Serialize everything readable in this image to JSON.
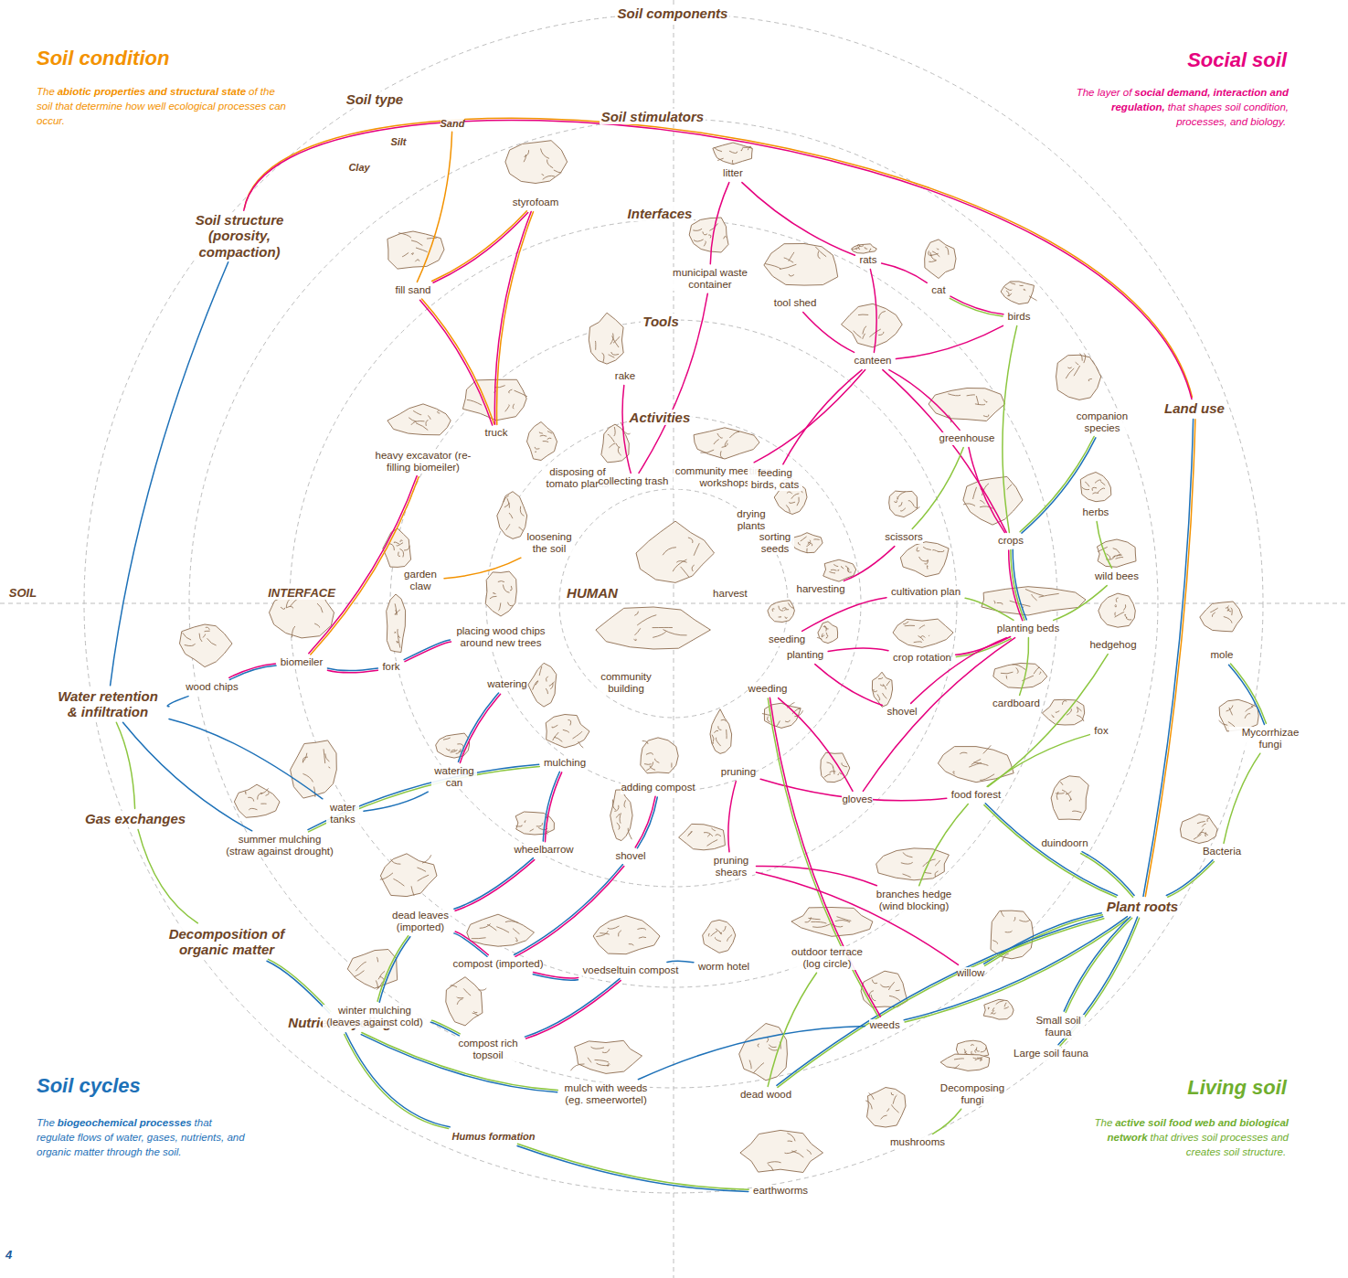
{
  "diagram": {
    "nodes": [
      {
        "text": [
          "Soil structure (porosity, compaction)"
        ]
      },
      {
        "text": [
          "Water retention & infiltration"
        ]
      },
      {
        "text": [
          "Gas exchanges"
        ]
      },
      {
        "text": [
          "Decomposition of organic matter"
        ]
      },
      {
        "text": [
          "Nutrient cycling"
        ]
      },
      {
        "text": [
          "Humus formation"
        ]
      },
      {
        "text": [
          "Land use"
        ]
      },
      {
        "text": [
          "Plant roots"
        ]
      },
      {
        "text": [
          "Sand"
        ]
      },
      {
        "text": [
          "fill sand"
        ]
      },
      {
        "text": [
          "styrofoam"
        ]
      },
      {
        "text": [
          "litter"
        ]
      },
      {
        "text": [
          "rats"
        ]
      },
      {
        "text": [
          "cat"
        ]
      },
      {
        "text": [
          "birds"
        ]
      },
      {
        "text": [
          "municipal waste container"
        ]
      },
      {
        "text": [
          "tool shed"
        ]
      },
      {
        "text": [
          "canteen"
        ]
      },
      {
        "text": [
          "rake"
        ]
      },
      {
        "text": [
          "truck"
        ]
      },
      {
        "text": [
          "greenhouse"
        ]
      },
      {
        "text": [
          "companion species"
        ]
      },
      {
        "text": [
          "crops"
        ]
      },
      {
        "text": [
          "herbs"
        ]
      },
      {
        "text": [
          "wild bees"
        ]
      },
      {
        "text": [
          "heavy excavator (re-filling biomeiler)"
        ]
      },
      {
        "text": [
          "disposing of tomato plants"
        ]
      },
      {
        "text": [
          "collecting trash"
        ]
      },
      {
        "text": [
          "community meetings, workshops"
        ]
      },
      {
        "text": [
          "feeding birds, cats"
        ]
      },
      {
        "text": [
          "drying plants"
        ]
      },
      {
        "text": [
          "sorting seeds"
        ]
      },
      {
        "text": [
          "scissors"
        ]
      },
      {
        "text": [
          "harvest"
        ]
      },
      {
        "text": [
          "harvesting"
        ]
      },
      {
        "text": [
          "cultivation plan"
        ]
      },
      {
        "text": [
          "garden claw"
        ]
      },
      {
        "text": [
          "loosening the soil"
        ]
      },
      {
        "text": [
          "seeding"
        ]
      },
      {
        "text": [
          "planting"
        ]
      },
      {
        "text": [
          "crop rotation"
        ]
      },
      {
        "text": [
          "planting beds"
        ]
      },
      {
        "text": [
          "hedgehog"
        ]
      },
      {
        "text": [
          "mole"
        ]
      },
      {
        "text": [
          "wood chips"
        ]
      },
      {
        "text": [
          "biomeiler"
        ]
      },
      {
        "text": [
          "fork"
        ]
      },
      {
        "text": [
          "placing wood chips around new trees"
        ]
      },
      {
        "text": [
          "community building"
        ]
      },
      {
        "text": [
          "cardboard"
        ]
      },
      {
        "text": [
          "fox"
        ]
      },
      {
        "text": [
          "shovel"
        ]
      },
      {
        "text": [
          "watering"
        ]
      },
      {
        "text": [
          "weeding"
        ]
      },
      {
        "text": [
          "mulching"
        ]
      },
      {
        "text": [
          "adding compost"
        ]
      },
      {
        "text": [
          "pruning"
        ]
      },
      {
        "text": [
          "water tanks"
        ]
      },
      {
        "text": [
          "watering can"
        ]
      },
      {
        "text": [
          "summer mulching (straw against drought)"
        ]
      },
      {
        "text": [
          "gloves"
        ]
      },
      {
        "text": [
          "food forest"
        ]
      },
      {
        "text": [
          "duindoorn"
        ]
      },
      {
        "text": [
          "Mycorrhizae fungi"
        ]
      },
      {
        "text": [
          "Bacteria"
        ]
      },
      {
        "text": [
          "wheelbarrow"
        ]
      },
      {
        "text": [
          "shovel"
        ]
      },
      {
        "text": [
          "pruning shears"
        ]
      },
      {
        "text": [
          "branches hedge (wind blocking)"
        ]
      },
      {
        "text": [
          "dead leaves (imported)"
        ]
      },
      {
        "text": [
          "willow"
        ]
      },
      {
        "text": [
          "compost (imported)"
        ]
      },
      {
        "text": [
          "winter mulching (leaves against cold)"
        ]
      },
      {
        "text": [
          "outdoor terrace (log circle)"
        ]
      },
      {
        "text": [
          "worm hotel"
        ]
      },
      {
        "text": [
          "voedseltuin compost"
        ]
      },
      {
        "text": [
          "weeds"
        ]
      },
      {
        "text": [
          "Small soil fauna"
        ]
      },
      {
        "text": [
          "Large soil fauna"
        ]
      },
      {
        "text": [
          "Decomposing fungi"
        ]
      },
      {
        "text": [
          "compost rich topsoil"
        ]
      },
      {
        "text": [
          "mulch with weeds (eg. smeerwortel)"
        ]
      },
      {
        "text": [
          "dead wood"
        ]
      },
      {
        "text": [
          "mushrooms"
        ]
      },
      {
        "text": [
          "earthworms"
        ]
      }
    ],
    "edges": [
      {
        "from": 0,
        "to": 6,
        "arrow": "none"
      },
      {
        "from": 0,
        "to": 1,
        "arrow": "none"
      },
      {
        "from": 8,
        "to": 9,
        "arrow": "none"
      },
      {
        "from": 9,
        "to": 10,
        "arrow": "none"
      },
      {
        "from": 9,
        "to": 19,
        "arrow": "none"
      },
      {
        "from": 10,
        "to": 19,
        "arrow": "none"
      },
      {
        "from": 25,
        "to": 45,
        "arrow": "none"
      },
      {
        "from": 11,
        "to": 12,
        "arrow": "none"
      },
      {
        "from": 12,
        "to": 13,
        "arrow": "none"
      },
      {
        "from": 13,
        "to": 14,
        "arrow": "none"
      },
      {
        "from": 12,
        "to": 17,
        "arrow": "none"
      },
      {
        "from": 11,
        "to": 15,
        "arrow": "none"
      },
      {
        "from": 15,
        "to": 27,
        "arrow": "none"
      },
      {
        "from": 18,
        "to": 27,
        "arrow": "none"
      },
      {
        "from": 17,
        "to": 28,
        "arrow": "none"
      },
      {
        "from": 17,
        "to": 29,
        "arrow": "none"
      },
      {
        "from": 17,
        "to": 16,
        "arrow": "none"
      },
      {
        "from": 17,
        "to": 14,
        "arrow": "none"
      },
      {
        "from": 17,
        "to": 22,
        "arrow": "none"
      },
      {
        "from": 14,
        "to": 22,
        "arrow": "none"
      },
      {
        "from": 20,
        "to": 32,
        "arrow": "none"
      },
      {
        "from": 20,
        "to": 22,
        "arrow": "none"
      },
      {
        "from": 32,
        "to": 34,
        "arrow": "none"
      },
      {
        "from": 22,
        "to": 41,
        "arrow": "none"
      },
      {
        "from": 21,
        "to": 22,
        "arrow": "none"
      },
      {
        "from": 23,
        "to": 24,
        "arrow": "none"
      },
      {
        "from": 24,
        "to": 41,
        "arrow": "none"
      },
      {
        "from": 35,
        "to": 38,
        "arrow": "none"
      },
      {
        "from": 35,
        "to": 41,
        "arrow": "none"
      },
      {
        "from": 40,
        "to": 41,
        "arrow": "none"
      },
      {
        "from": 39,
        "to": 40,
        "arrow": "none"
      },
      {
        "from": 39,
        "to": 51,
        "arrow": "none"
      },
      {
        "from": 51,
        "to": 41,
        "arrow": "none"
      },
      {
        "from": 49,
        "to": 41,
        "arrow": "none"
      },
      {
        "from": 42,
        "to": 61,
        "arrow": "none"
      },
      {
        "from": 50,
        "to": 61,
        "arrow": "none"
      },
      {
        "from": 43,
        "to": 63,
        "arrow": "none"
      },
      {
        "from": 63,
        "to": 64,
        "arrow": "none"
      },
      {
        "from": 64,
        "to": 7,
        "arrow": "none"
      },
      {
        "from": 6,
        "to": 7,
        "arrow": "none"
      },
      {
        "from": 62,
        "to": 7,
        "arrow": "none"
      },
      {
        "from": 61,
        "to": 7,
        "arrow": "none"
      },
      {
        "from": 70,
        "to": 7,
        "arrow": "none"
      },
      {
        "from": 76,
        "to": 7,
        "arrow": "none"
      },
      {
        "from": 77,
        "to": 7,
        "arrow": "none"
      },
      {
        "from": 78,
        "to": 7,
        "arrow": "none"
      },
      {
        "from": 82,
        "to": 7,
        "arrow": "none"
      },
      {
        "from": 83,
        "to": 79,
        "arrow": "none"
      },
      {
        "from": 84,
        "to": 5,
        "arrow": "none"
      },
      {
        "from": 4,
        "to": 5,
        "arrow": "none"
      },
      {
        "from": 3,
        "to": 4,
        "arrow": "none"
      },
      {
        "from": 2,
        "to": 3,
        "arrow": "none"
      },
      {
        "from": 1,
        "to": 2,
        "arrow": "none"
      },
      {
        "from": 1,
        "to": 44,
        "arrow": "none"
      },
      {
        "from": 44,
        "to": 45,
        "arrow": "none"
      },
      {
        "from": 45,
        "to": 46,
        "arrow": "none"
      },
      {
        "from": 46,
        "to": 47,
        "arrow": "none"
      },
      {
        "from": 36,
        "to": 37,
        "arrow": "none"
      },
      {
        "from": 1,
        "to": 57,
        "arrow": "none"
      },
      {
        "from": 57,
        "to": 58,
        "arrow": "none"
      },
      {
        "from": 58,
        "to": 52,
        "arrow": "none"
      },
      {
        "from": 1,
        "to": 59,
        "arrow": "none"
      },
      {
        "from": 59,
        "to": 54,
        "arrow": "none"
      },
      {
        "from": 54,
        "to": 65,
        "arrow": "none"
      },
      {
        "from": 65,
        "to": 69,
        "arrow": "none"
      },
      {
        "from": 69,
        "to": 72,
        "arrow": "none"
      },
      {
        "from": 69,
        "to": 71,
        "arrow": "none"
      },
      {
        "from": 71,
        "to": 75,
        "arrow": "none"
      },
      {
        "from": 66,
        "to": 71,
        "arrow": "none"
      },
      {
        "from": 66,
        "to": 55,
        "arrow": "none"
      },
      {
        "from": 75,
        "to": 80,
        "arrow": "none"
      },
      {
        "from": 80,
        "to": 72,
        "arrow": "none"
      },
      {
        "from": 81,
        "to": 4,
        "arrow": "none"
      },
      {
        "from": 81,
        "to": 76,
        "arrow": "none"
      },
      {
        "from": 82,
        "to": 73,
        "arrow": "none"
      },
      {
        "from": 56,
        "to": 67,
        "arrow": "none"
      },
      {
        "from": 67,
        "to": 68,
        "arrow": "none"
      },
      {
        "from": 56,
        "to": 61,
        "arrow": "none"
      },
      {
        "from": 68,
        "to": 61,
        "arrow": "none"
      },
      {
        "from": 60,
        "to": 53,
        "arrow": "none"
      },
      {
        "from": 60,
        "to": 41,
        "arrow": "none"
      },
      {
        "from": 53,
        "to": 76,
        "arrow": "none"
      },
      {
        "from": 67,
        "to": 70,
        "arrow": "none"
      },
      {
        "from": 74,
        "to": 75,
        "arrow": "none"
      },
      {
        "from": 17,
        "to": 20,
        "arrow": "none"
      }
    ],
    "labels": [
      "Soil components",
      "Soil condition",
      "The",
      "abiotic properties and structural state",
      "of the soil that determine how well ecological processes can occur.",
      "Social soil",
      "The layer of",
      "social demand, interaction and regulation,",
      "that shapes soil condition, processes, and biology.",
      "Soil type",
      "Silt",
      "Clay",
      "Soil stimulators",
      "Interfaces",
      "Tools",
      "Activities",
      "SOIL",
      "INTERFACE",
      "HUMAN",
      "Soil cycles",
      "The",
      "biogeochemical processes",
      "that regulate flows of water, gases, nutrients, and organic matter through the soil.",
      "Living soil",
      "The",
      "active soil food web and biological network",
      "that drives soil processes and creates soil structure.",
      "4"
    ]
  }
}
